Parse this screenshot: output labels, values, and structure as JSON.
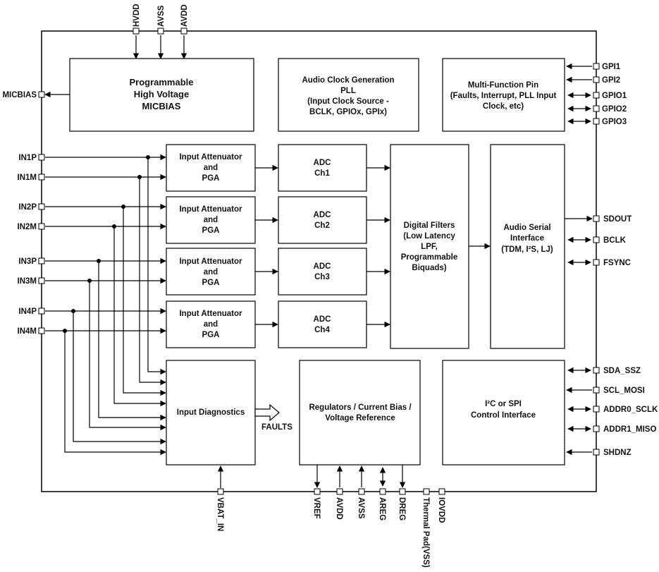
{
  "top_pins": [
    "HVDD",
    "AVSS",
    "AVDD"
  ],
  "left_pins": {
    "micbias": "MICBIAS",
    "inputs": [
      "IN1P",
      "IN1M",
      "IN2P",
      "IN2M",
      "IN3P",
      "IN3M",
      "IN4P",
      "IN4M"
    ]
  },
  "right_pins": {
    "gpio": [
      "GPI1",
      "GPI2",
      "GPIO1",
      "GPIO2",
      "GPIO3"
    ],
    "asi": [
      "SDOUT",
      "BCLK",
      "FSYNC"
    ],
    "control": [
      "SDA_SSZ",
      "SCL_MOSI",
      "ADDR0_SCLK",
      "ADDR1_MISO",
      "SHDNZ"
    ]
  },
  "bottom_pins": [
    "VBAT_IN",
    "VREF",
    "AVDD",
    "AVSS",
    "AREG",
    "DREG",
    "Thermal Pad(VSS)",
    "IOVDD"
  ],
  "blocks": {
    "micbias": [
      "Programmable",
      "High Voltage",
      "MICBIAS"
    ],
    "clock": [
      "Audio Clock Generation",
      "PLL",
      "(Input Clock Source -",
      "BCLK, GPIOx, GPIx)"
    ],
    "mfp": [
      "Multi-Function Pin",
      "(Faults, Interrupt, PLL Input",
      "Clock, etc)"
    ],
    "attenuator": [
      "Input Attenuator",
      "and",
      "PGA"
    ],
    "adc": [
      [
        "ADC",
        "Ch1"
      ],
      [
        "ADC",
        "Ch2"
      ],
      [
        "ADC",
        "Ch3"
      ],
      [
        "ADC",
        "Ch4"
      ]
    ],
    "filters": [
      "Digital Filters",
      "(Low Latency",
      "LPF,",
      "Programmable",
      "Biquads)"
    ],
    "asi": [
      "Audio Serial",
      "Interface",
      "(TDM, I²S, LJ)"
    ],
    "diagnostics": "Input Diagnostics",
    "faults": "FAULTS",
    "regulators": [
      "Regulators / Current Bias /",
      "Voltage Reference"
    ],
    "control": [
      "I²C or SPI",
      "Control Interface"
    ]
  }
}
